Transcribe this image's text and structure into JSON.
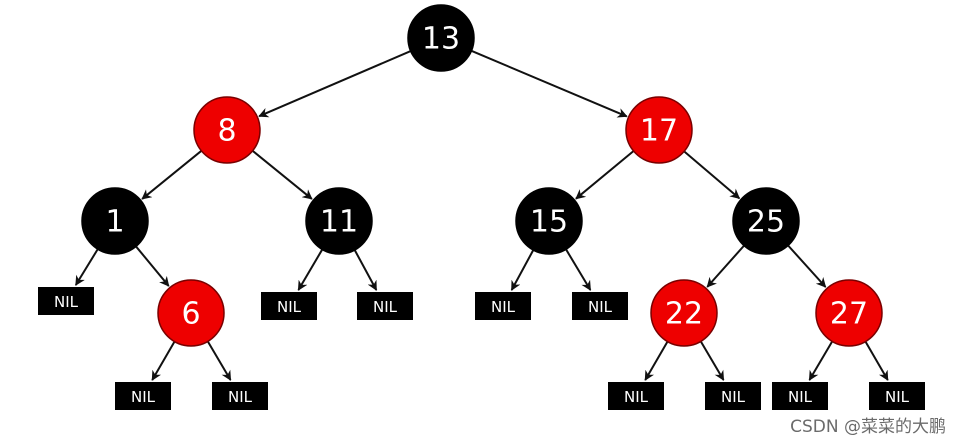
{
  "diagram": {
    "colors": {
      "red": "#ee0000",
      "black": "#000000",
      "edge": "#111111",
      "text": "#ffffff"
    },
    "nodes": [
      {
        "id": "n13",
        "label": "13",
        "color": "black",
        "parent": null
      },
      {
        "id": "n8",
        "label": "8",
        "color": "red",
        "parent": "n13"
      },
      {
        "id": "n17",
        "label": "17",
        "color": "red",
        "parent": "n13"
      },
      {
        "id": "n1",
        "label": "1",
        "color": "black",
        "parent": "n8"
      },
      {
        "id": "n11",
        "label": "11",
        "color": "black",
        "parent": "n8"
      },
      {
        "id": "n15",
        "label": "15",
        "color": "black",
        "parent": "n17"
      },
      {
        "id": "n25",
        "label": "25",
        "color": "black",
        "parent": "n17"
      },
      {
        "id": "n6",
        "label": "6",
        "color": "red",
        "parent": "n1"
      },
      {
        "id": "n22",
        "label": "22",
        "color": "red",
        "parent": "n25"
      },
      {
        "id": "n27",
        "label": "27",
        "color": "red",
        "parent": "n25"
      }
    ],
    "nil_leaves": [
      {
        "id": "nil1",
        "label": "NIL",
        "parent": "n1"
      },
      {
        "id": "nil2",
        "label": "NIL",
        "parent": "n6"
      },
      {
        "id": "nil3",
        "label": "NIL",
        "parent": "n6"
      },
      {
        "id": "nil4",
        "label": "NIL",
        "parent": "n11"
      },
      {
        "id": "nil5",
        "label": "NIL",
        "parent": "n11"
      },
      {
        "id": "nil6",
        "label": "NIL",
        "parent": "n15"
      },
      {
        "id": "nil7",
        "label": "NIL",
        "parent": "n15"
      },
      {
        "id": "nil8",
        "label": "NIL",
        "parent": "n22"
      },
      {
        "id": "nil9",
        "label": "NIL",
        "parent": "n22"
      },
      {
        "id": "nil10",
        "label": "NIL",
        "parent": "n27"
      },
      {
        "id": "nil11",
        "label": "NIL",
        "parent": "n27"
      }
    ]
  },
  "watermark": "CSDN @菜菜的大鹏"
}
